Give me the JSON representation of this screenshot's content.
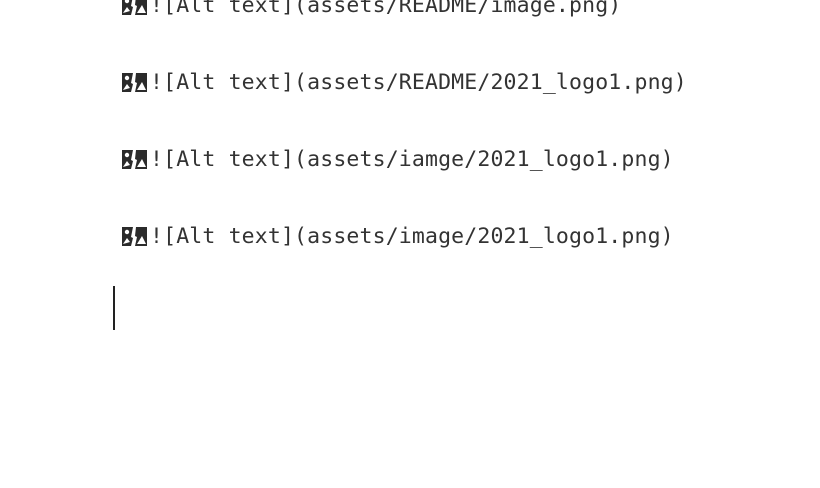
{
  "editor": {
    "lines": [
      {
        "icon": "broken-image-icon",
        "text": "![Alt text](assets/README/image.png)"
      },
      {
        "icon": "broken-image-icon",
        "text": "![Alt text](assets/README/2021_logo1.png)"
      },
      {
        "icon": "broken-image-icon",
        "text": "![Alt text](assets/iamge/2021_logo1.png)"
      },
      {
        "icon": "broken-image-icon",
        "text": "![Alt text](assets/image/2021_logo1.png)"
      }
    ]
  },
  "colors": {
    "background": "#ffffff",
    "text": "#333333",
    "caret": "#222222"
  }
}
